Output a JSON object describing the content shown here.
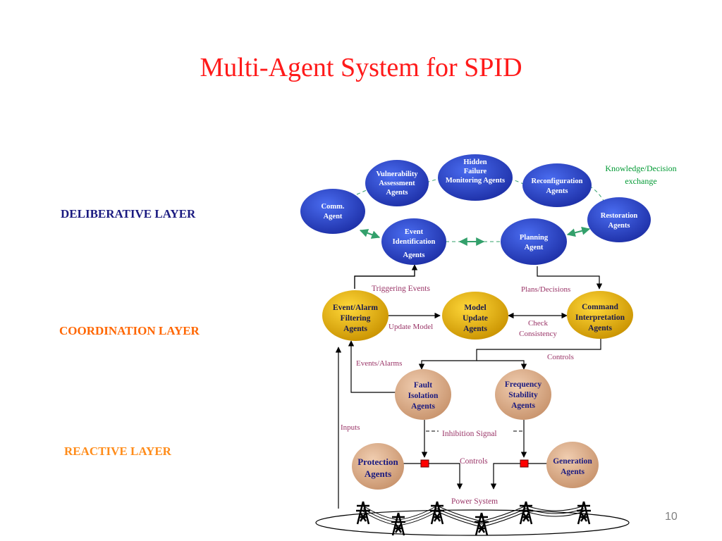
{
  "slide": {
    "title": "Multi-Agent System for SPID",
    "page_number": "10"
  },
  "layers": {
    "deliberative": "DELIBERATIVE LAYER",
    "coordination": "COORDINATION LAYER",
    "reactive": "REACTIVE LAYER"
  },
  "agents": {
    "comm": [
      "Comm.",
      "Agent"
    ],
    "vulnerability": [
      "Vulnerability",
      "Assessment",
      "Agents"
    ],
    "hidden_failure": [
      "Hidden",
      "Failure",
      "Monitoring Agents"
    ],
    "reconfiguration": [
      "Reconfiguration",
      "Agents"
    ],
    "restoration": [
      "Restoration",
      "Agents"
    ],
    "event_identification": [
      "Event",
      "Identification",
      "Agents"
    ],
    "planning": [
      "Planning",
      "Agent"
    ],
    "event_alarm_filtering": [
      "Event/Alarm",
      "Filtering",
      "Agents"
    ],
    "model_update": [
      "Model",
      "Update",
      "Agents"
    ],
    "command_interpretation": [
      "Command",
      "Interpretation",
      "Agents"
    ],
    "fault_isolation": [
      "Fault",
      "Isolation",
      "Agents"
    ],
    "frequency_stability": [
      "Frequency",
      "Stability",
      "Agents"
    ],
    "protection": [
      "Protection",
      "Agents"
    ],
    "generation": [
      "Generation",
      "Agents"
    ]
  },
  "labels": {
    "knowledge_exchange": [
      "Knowledge/Decision",
      "exchange"
    ],
    "triggering_events": "Triggering Events",
    "plans_decisions": "Plans/Decisions",
    "update_model": "Update Model",
    "check_consistency": [
      "Check",
      "Consistency"
    ],
    "controls_upper": "Controls",
    "events_alarms": "Events/Alarms",
    "inputs": "Inputs",
    "inhibition_signal": "Inhibition Signal",
    "controls_lower": "Controls",
    "power_system": "Power System"
  },
  "colors": {
    "title": "#ff1a1a",
    "deliberative_layer": "#1a1a80",
    "coordination_layer": "#ff6600",
    "reactive_layer": "#ff8c1a",
    "deliberative_agent": "#2a45c8",
    "coordination_agent": "#e8b800",
    "reactive_agent": "#dcae8e",
    "exchange": "#33a06b",
    "label": "#993366",
    "breaker": "#ff0000"
  }
}
